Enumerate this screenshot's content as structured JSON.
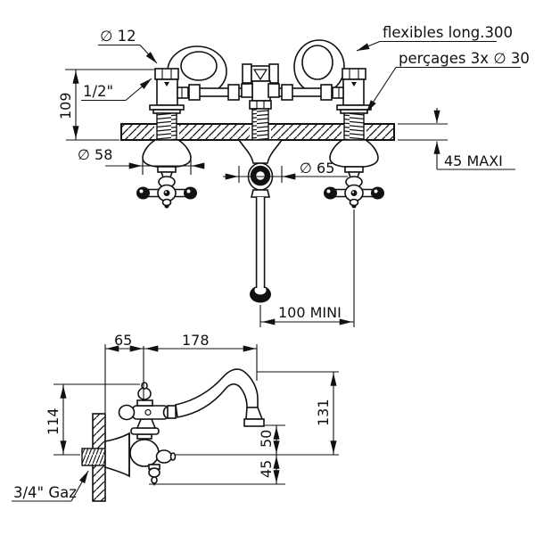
{
  "drawing": {
    "title": "faucet-installation-dimension-drawing",
    "colors": {
      "line": "#111111",
      "background": "#ffffff"
    },
    "top_view": {
      "labels": {
        "dia12": "∅ 12",
        "half_inch": "1/2\"",
        "flexibles": "flexibles long.300",
        "percages": "perçages 3x ∅ 30",
        "h109": "109",
        "dia58": "∅ 58",
        "dia65": "∅ 65",
        "maxi45": "45 MAXI",
        "mini100": "100 MINI"
      }
    },
    "side_view": {
      "labels": {
        "w65": "65",
        "w178": "178",
        "h114": "114",
        "h131": "131",
        "h50": "50",
        "h45": "45",
        "gaz": "3/4\" Gaz"
      }
    }
  }
}
